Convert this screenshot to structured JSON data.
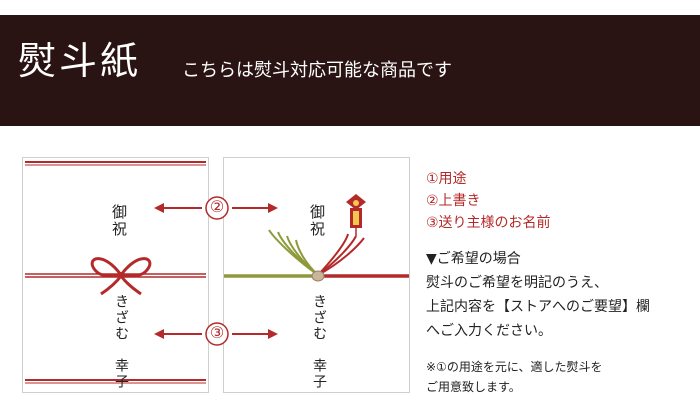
{
  "header": {
    "title": "熨斗紙",
    "subtitle": "こちらは熨斗対応可能な商品です"
  },
  "card_left": {
    "omote": "御祝",
    "name": "きざむ　幸子"
  },
  "card_right": {
    "omote": "御祝",
    "name": "きざむ　幸子"
  },
  "markers": {
    "one": "②",
    "two": "③"
  },
  "legend": {
    "items": [
      "①用途",
      "②上書き",
      "③送り主様のお名前"
    ],
    "heading": "▼ご希望の場合",
    "body": [
      "熨斗のご希望を明記のうえ、",
      "上記内容を【ストアへのご要望】欄",
      "へご入力ください。"
    ],
    "note": [
      "※①の用途を元に、適した熨斗を",
      "ご用意致します。"
    ]
  },
  "colors": {
    "header_bg": "#2a1413",
    "accent_red": "#b42a2a",
    "olive": "#8e9a3a"
  }
}
